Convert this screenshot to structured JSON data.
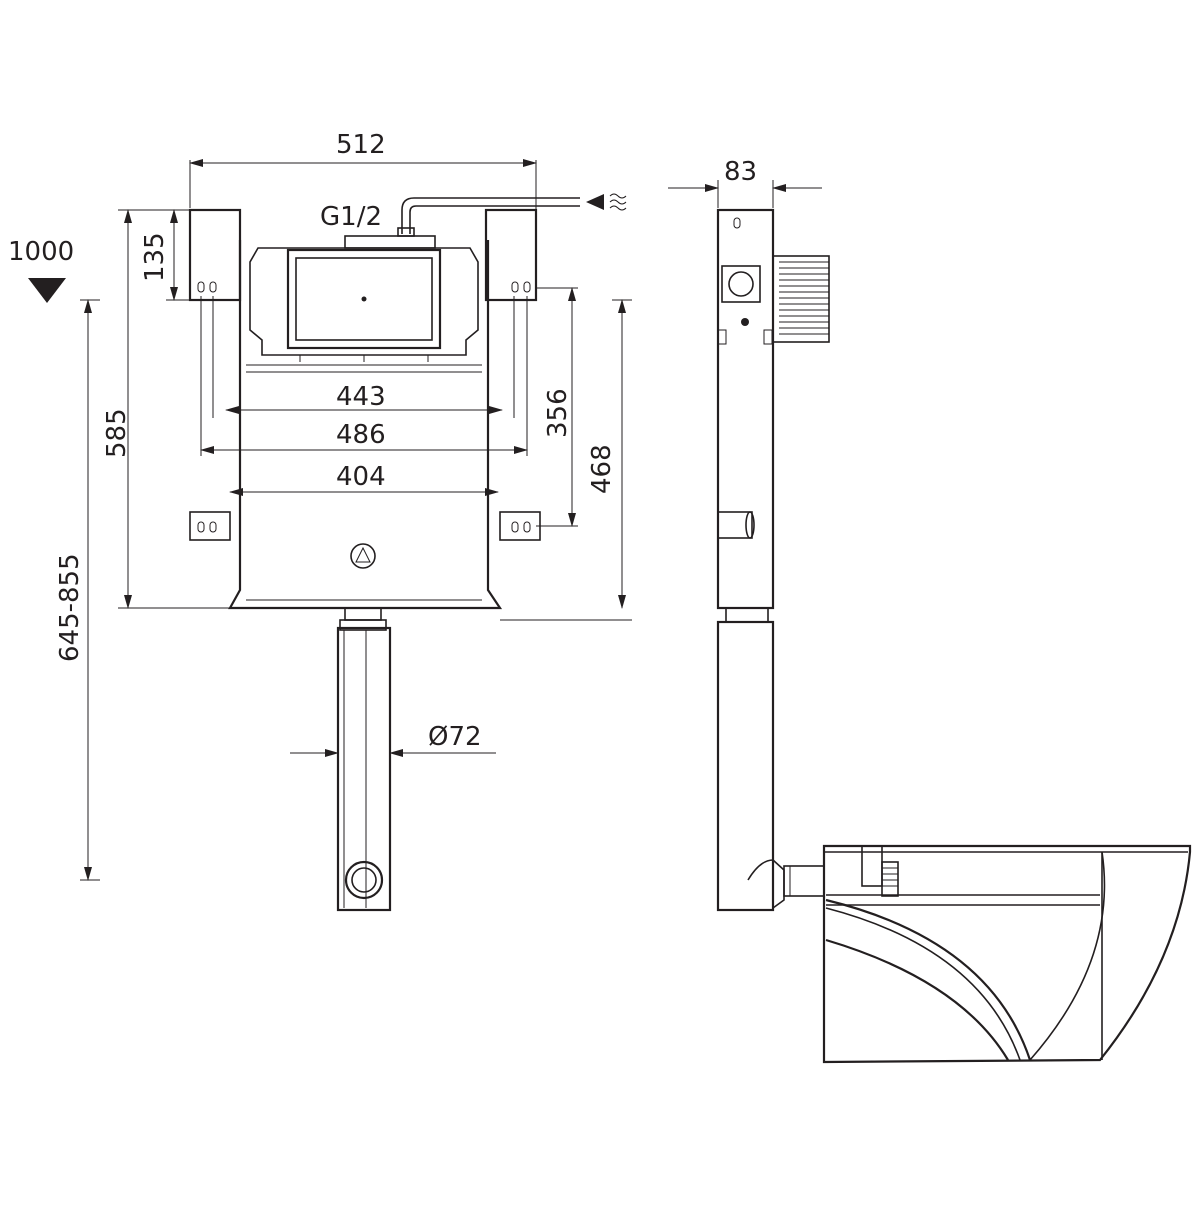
{
  "drawing": {
    "level_mark": "1000",
    "pipe_thread": "G1/2",
    "dimensions": {
      "frame_width": "512",
      "depth": "83",
      "top_offset": "135",
      "frame_height": "585",
      "bracket_spacing_vertical": "356",
      "fixing_height": "468",
      "adjustable_height": "645-855",
      "width_443": "443",
      "width_486": "486",
      "width_404": "404",
      "pipe_diameter": "Ø72"
    }
  }
}
